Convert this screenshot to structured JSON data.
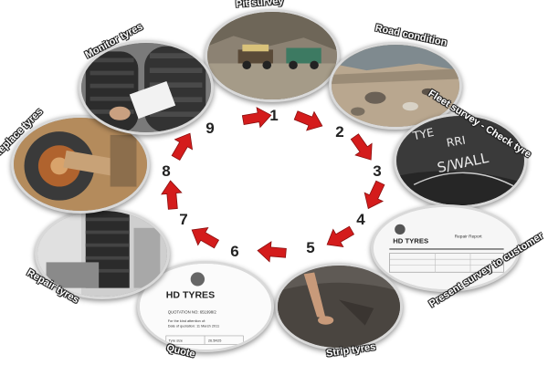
{
  "steps": [
    {
      "number": "1",
      "label": "Pit survey"
    },
    {
      "number": "2",
      "label": "Road condition"
    },
    {
      "number": "3",
      "label": "Fleet survey - Check tyre"
    },
    {
      "number": "4",
      "label": "Present survey to customer"
    },
    {
      "number": "5",
      "label": "Strip tyres"
    },
    {
      "number": "6",
      "label": "Quote"
    },
    {
      "number": "7",
      "label": "Repair tyres"
    },
    {
      "number": "8",
      "label": "Replace tyres"
    },
    {
      "number": "9",
      "label": "Monitor tyres"
    }
  ],
  "photo_text": {
    "chalk_lines": [
      "TYE",
      "RRI",
      "S/WALL"
    ],
    "report_brand": "HD TYRES",
    "report_title": "Repair Report",
    "quote_brand": "HD TYRES",
    "quote_number": "QUOTATION NO: 651998/2",
    "quote_line1": "For the kind attention of:",
    "quote_line2": "Date of quotation: 11 March 2011",
    "quote_cell1": "Tyre size",
    "quote_cell2": "26.5R25"
  },
  "colors": {
    "arrow": "#d41c1c",
    "label_outline": "#222222"
  }
}
